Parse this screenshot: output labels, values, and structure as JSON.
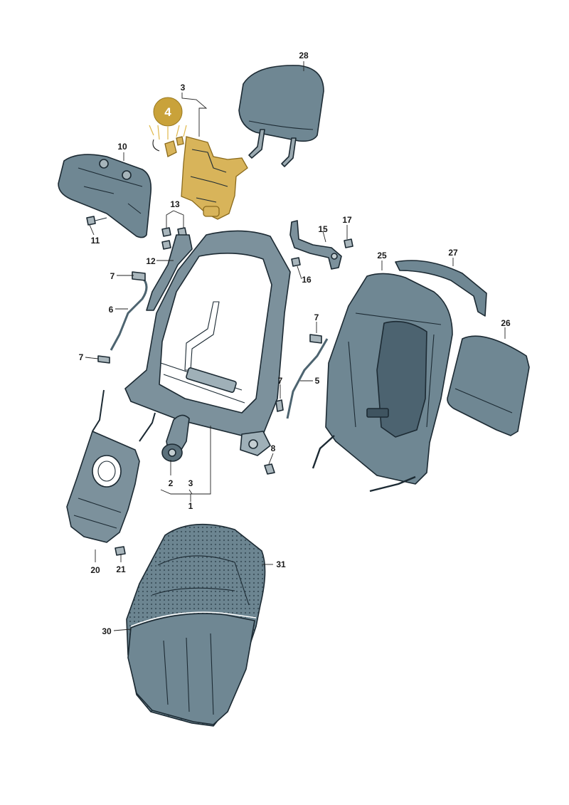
{
  "diagram": {
    "highlight_badge": "4",
    "highlight_color": "#c9a23a",
    "cover_color": "#6f8793",
    "callouts": {
      "c1": "1",
      "c2": "2",
      "c3_bottom": "3",
      "c3_top": "3",
      "c5": "5",
      "c6": "6",
      "c7_a": "7",
      "c7_b": "7",
      "c7_c": "7",
      "c7_d": "7",
      "c8": "8",
      "c10": "10",
      "c11": "11",
      "c12": "12",
      "c13": "13",
      "c15": "15",
      "c16": "16",
      "c17": "17",
      "c20": "20",
      "c21": "21",
      "c25": "25",
      "c26": "26",
      "c27": "27",
      "c28": "28",
      "c30": "30",
      "c31": "31"
    }
  }
}
